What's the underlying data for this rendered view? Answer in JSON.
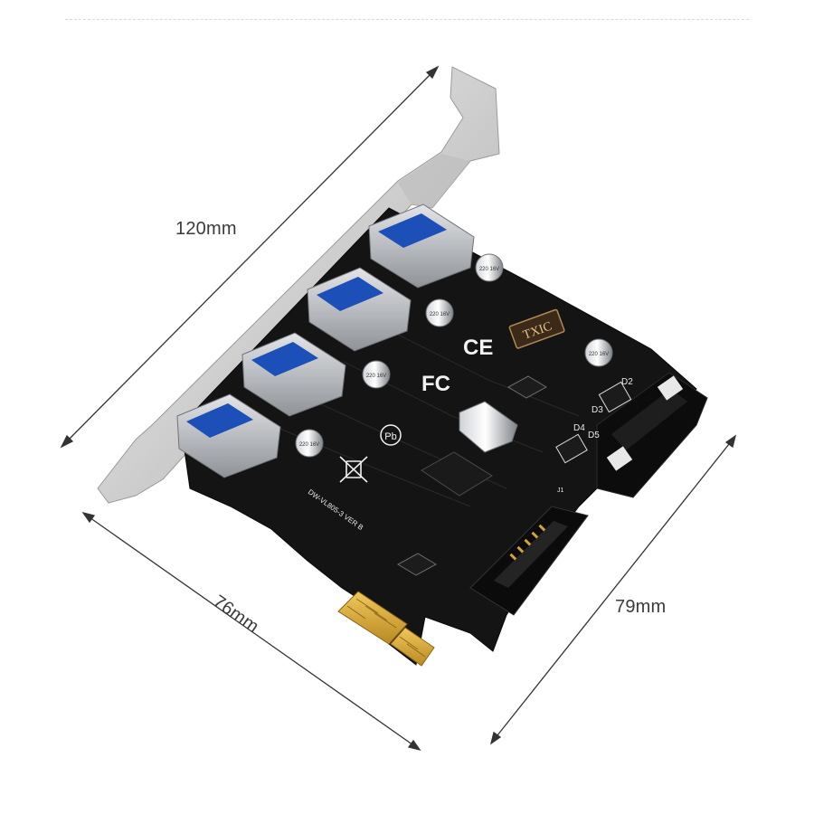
{
  "dimensions": {
    "length": "120mm",
    "width": "76mm",
    "height": "79mm"
  },
  "board": {
    "brand": "TXIC",
    "model": "DW-VL805-3 VER B",
    "marks": [
      "CE",
      "FC",
      "Pb"
    ],
    "parts": [
      "D2",
      "D3",
      "D4",
      "D5",
      "J1"
    ],
    "capacitor_text": "220 16V"
  },
  "colors": {
    "pcb": "#141414",
    "bracket": "#d6d6d6",
    "usb_port": "#b9bcc0",
    "usb_insert": "#1d4fb8",
    "gold": "#d7a83c",
    "dimension_line": "#333333"
  }
}
